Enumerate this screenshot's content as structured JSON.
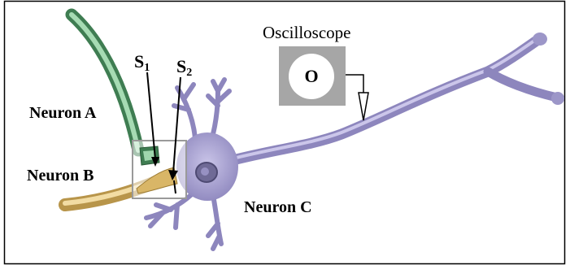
{
  "labels": {
    "oscilloscope_title": "Oscilloscope",
    "oscilloscope_symbol": "O",
    "neuron_a": "Neuron A",
    "neuron_b": "Neuron B",
    "neuron_c": "Neuron C",
    "s1_letter": "S",
    "s1_sub": "1",
    "s2_letter": "S",
    "s2_sub": "2"
  },
  "colors": {
    "neuron_a_axon": "#8cc49a",
    "neuron_b_axon": "#e8c87c",
    "neuron_c_body": "#a9a3cf",
    "oscilloscope_box": "#a6a6a6",
    "frame_border": "#000000"
  }
}
